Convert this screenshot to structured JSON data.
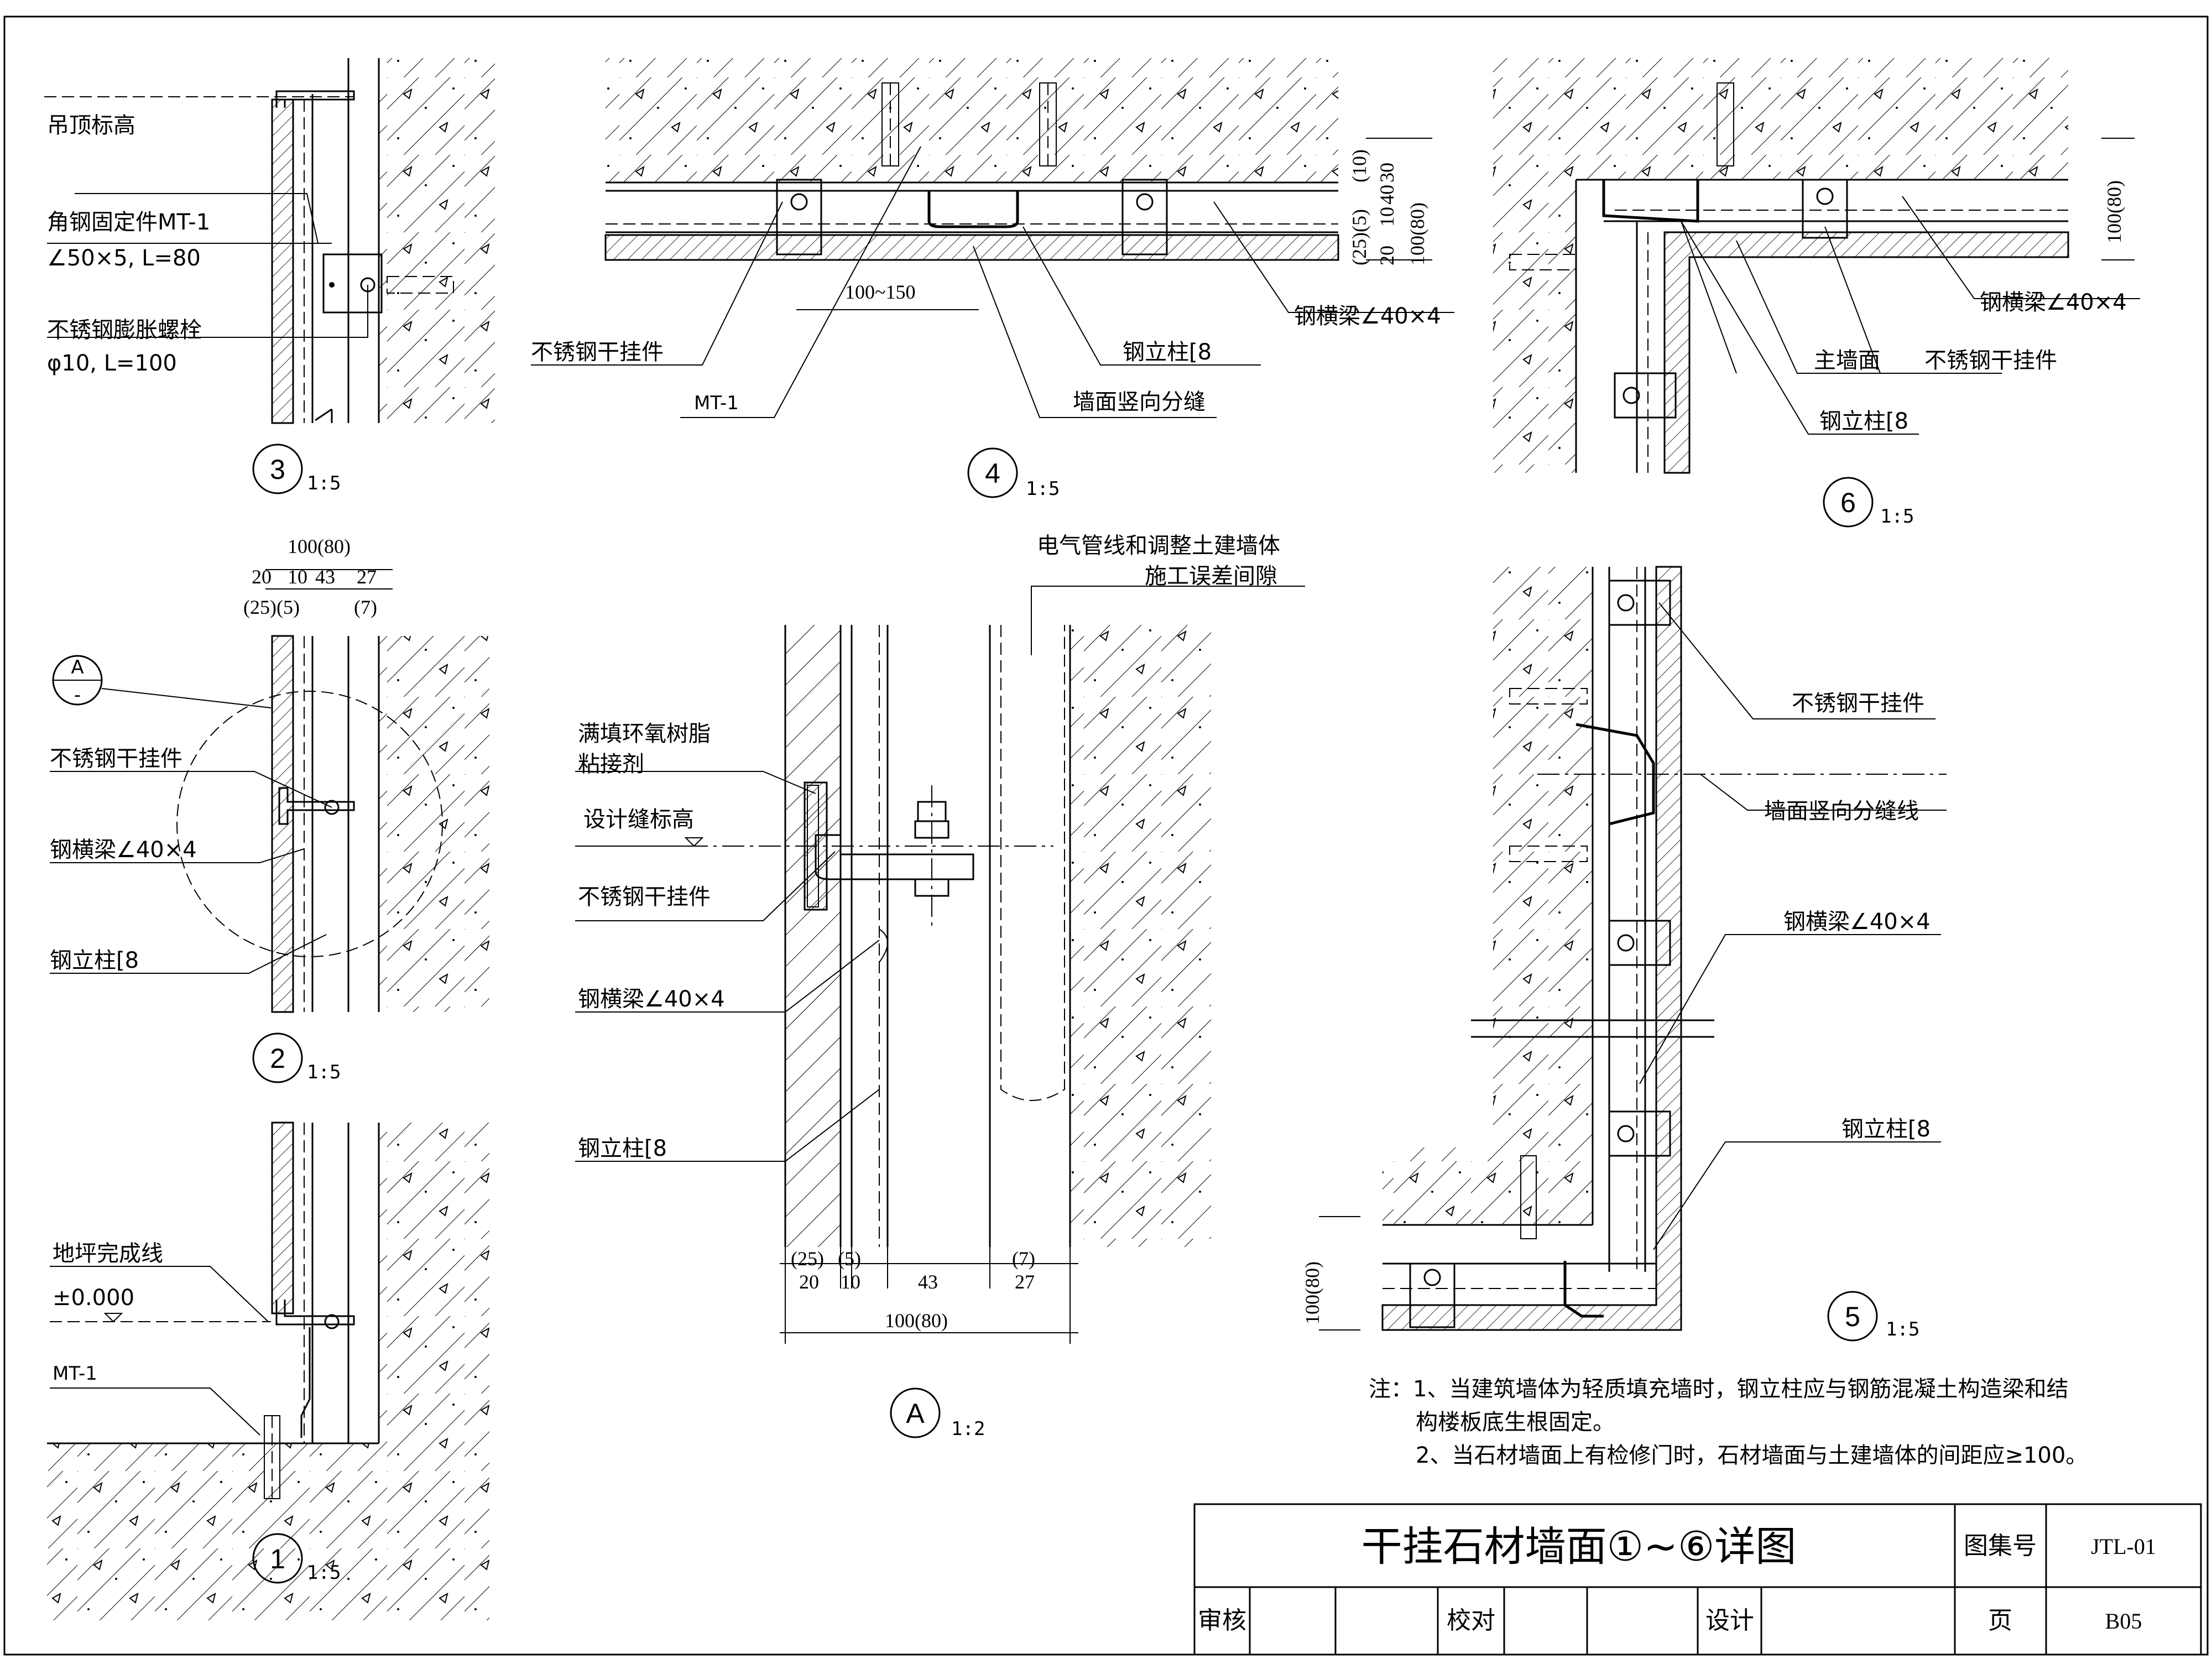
{
  "colors": {
    "ink": "#000000",
    "paper": "#ffffff"
  },
  "details": {
    "d3": {
      "number": "3",
      "scale": "1:5",
      "labels": [
        "吊顶标高",
        "角钢固定件MT-1",
        "∠50×5, L=80",
        "不锈钢膨胀螺栓",
        "φ10, L=100"
      ]
    },
    "d4": {
      "number": "4",
      "scale": "1:5",
      "dims_v": [
        "(10)",
        "30",
        "(25)(5)",
        "20",
        "10",
        "40",
        "100(80)"
      ],
      "dim_h": "100~150",
      "labels": [
        "钢横梁∠40×4",
        "不锈钢干挂件",
        "钢立柱[8",
        "MT-1",
        "墙面竖向分缝"
      ]
    },
    "d6": {
      "number": "6",
      "scale": "1:5",
      "dim_v": "100(80)",
      "labels": [
        "钢横梁∠40×4",
        "主墙面",
        "不锈钢干挂件",
        "钢立柱[8"
      ]
    },
    "d2": {
      "number": "2",
      "scale": "1:5",
      "dim_top": "100(80)",
      "dims_row": [
        "20",
        "10",
        "43",
        "27"
      ],
      "dims_row2": [
        "(25)(5)",
        "(7)"
      ],
      "section_mark": {
        "letter": "A",
        "sub": "-"
      },
      "labels": [
        "不锈钢干挂件",
        "钢横梁∠40×4",
        "钢立柱[8"
      ]
    },
    "dA": {
      "number": "A",
      "scale": "1:2",
      "labels": [
        "电气管线和调整土建墙体",
        "施工误差间隙",
        "满填环氧树脂",
        "粘接剂",
        "设计缝标高",
        "不锈钢干挂件",
        "钢横梁∠40×4",
        "钢立柱[8"
      ],
      "dims_row1": [
        "(25)",
        "(5)",
        "(7)"
      ],
      "dims_row2": [
        "20",
        "10",
        "43",
        "27"
      ],
      "dim_total": "100(80)"
    },
    "d1": {
      "number": "1",
      "scale": "1:5",
      "labels": [
        "地坪完成线",
        "±0.000",
        "MT-1"
      ]
    },
    "d5": {
      "number": "5",
      "scale": "1:5",
      "dim_v": "100(80)",
      "labels": [
        "不锈钢干挂件",
        "墙面竖向分缝线",
        "钢横梁∠40×4",
        "钢立柱[8"
      ]
    }
  },
  "notes": [
    "注：1、当建筑墙体为轻质填充墙时，钢立柱应与钢筋混凝土构造梁和结",
    "构楼板底生根固定。",
    "2、当石材墙面上有检修门时，石材墙面与土建墙体的间距应≥100。"
  ],
  "title_block": {
    "title": "干挂石材墙面①~⑥详图",
    "atlas_label": "图集号",
    "atlas_value": "JTL-01",
    "review": "审核",
    "check": "校对",
    "design": "设计",
    "page_label": "页",
    "page_value": "B05"
  }
}
